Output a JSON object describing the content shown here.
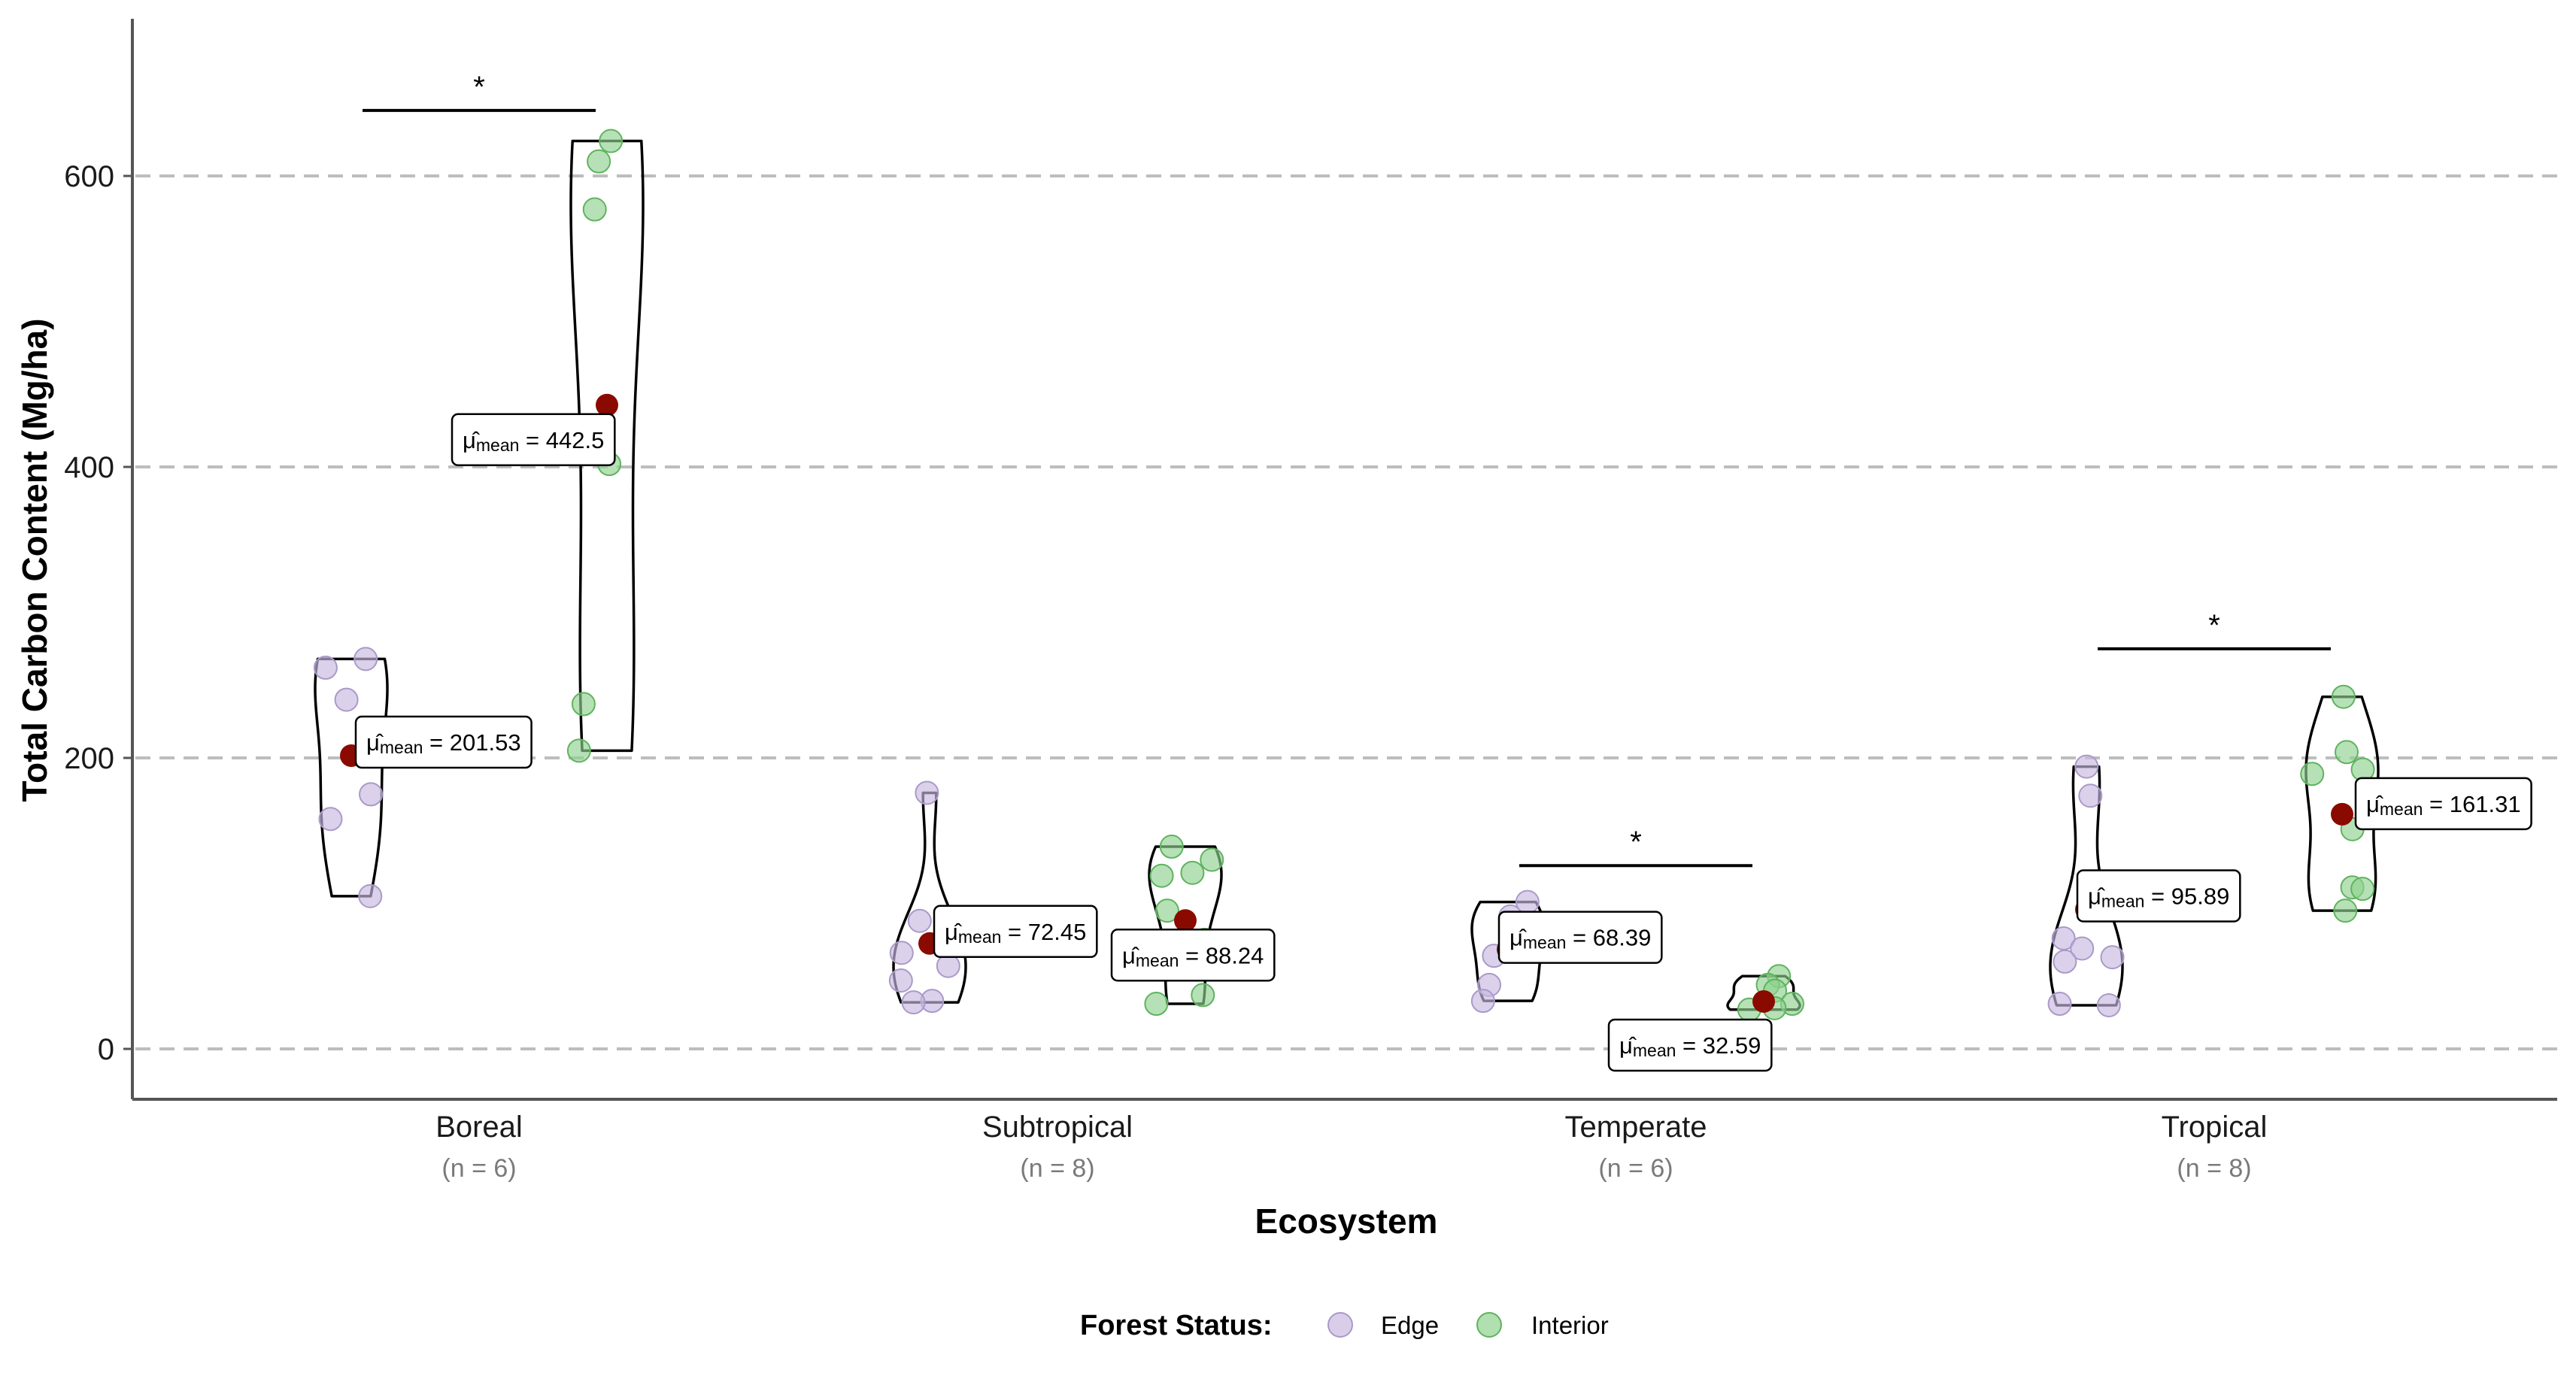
{
  "chart_data": {
    "type": "violin",
    "xlabel": "Ecosystem",
    "ylabel": "Total Carbon Content (Mg/ha)",
    "ylim": [
      -35,
      710
    ],
    "yticks": [
      0,
      200,
      400,
      600
    ],
    "grid": "horizontal dashed",
    "categories": [
      {
        "name": "Boreal",
        "n_label": "(n = 6)"
      },
      {
        "name": "Subtropical",
        "n_label": "(n = 8)"
      },
      {
        "name": "Temperate",
        "n_label": "(n = 6)"
      },
      {
        "name": "Tropical",
        "n_label": "(n = 8)"
      }
    ],
    "legend": {
      "title": "Forest Status:",
      "placement": "bottom",
      "items": [
        {
          "label": "Edge",
          "color": "#c9b8e0"
        },
        {
          "label": "Interior",
          "color": "#8fd18f"
        }
      ]
    },
    "colors": {
      "mean_point": "#8b0a00",
      "edge_stroke": "#a99ac9",
      "interior_stroke": "#5fb35f"
    },
    "groups": [
      {
        "category": "Boreal",
        "status": "Edge",
        "mean": 201.53,
        "mean_label": "201.53",
        "points": [
          268,
          262,
          240,
          175,
          158,
          105
        ]
      },
      {
        "category": "Boreal",
        "status": "Interior",
        "mean": 442.5,
        "mean_label": "442.5",
        "points": [
          624,
          610,
          577,
          402,
          237,
          205
        ]
      },
      {
        "category": "Subtropical",
        "status": "Edge",
        "mean": 72.45,
        "mean_label": "72.45",
        "points": [
          176,
          88,
          78,
          66,
          57,
          47,
          33,
          32
        ]
      },
      {
        "category": "Subtropical",
        "status": "Interior",
        "mean": 88.24,
        "mean_label": "88.24",
        "points": [
          139,
          130,
          121,
          119,
          95,
          75,
          37,
          31
        ]
      },
      {
        "category": "Temperate",
        "status": "Edge",
        "mean": 68.39,
        "mean_label": "68.39",
        "points": [
          101,
          91,
          78,
          64,
          44,
          33
        ]
      },
      {
        "category": "Temperate",
        "status": "Interior",
        "mean": 32.59,
        "mean_label": "32.59",
        "points": [
          50,
          44,
          40,
          31,
          28,
          27
        ]
      },
      {
        "category": "Tropical",
        "status": "Edge",
        "mean": 95.89,
        "mean_label": "95.89",
        "points": [
          194,
          174,
          76,
          69,
          63,
          60,
          31,
          30
        ]
      },
      {
        "category": "Tropical",
        "status": "Interior",
        "mean": 161.31,
        "mean_label": "161.31",
        "points": [
          242,
          204,
          192,
          189,
          151,
          111,
          110,
          95
        ]
      }
    ],
    "significance": [
      {
        "category": "Boreal",
        "label": "*",
        "y": 645
      },
      {
        "category": "Temperate",
        "label": "*",
        "y": 126
      },
      {
        "category": "Tropical",
        "label": "*",
        "y": 275
      }
    ]
  }
}
